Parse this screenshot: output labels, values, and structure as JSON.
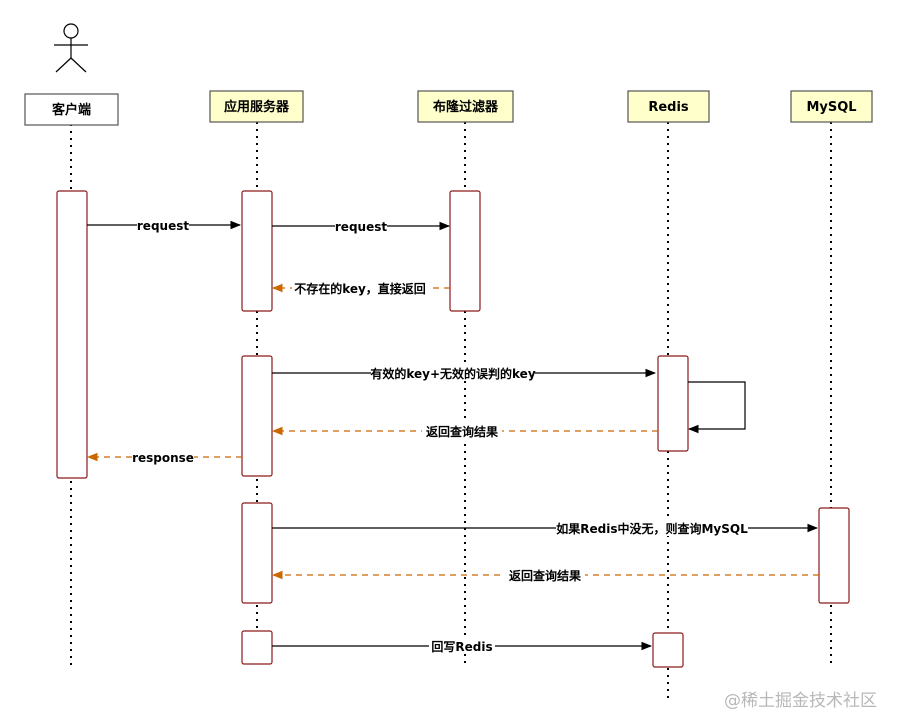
{
  "actor": {
    "icon": "actor-stick-figure-icon"
  },
  "participants": [
    {
      "id": "client",
      "label": "客户端"
    },
    {
      "id": "app",
      "label": "应用服务器"
    },
    {
      "id": "bloom",
      "label": "布隆过滤器"
    },
    {
      "id": "redis",
      "label": "Redis"
    },
    {
      "id": "mysql",
      "label": "MySQL"
    }
  ],
  "messages": [
    {
      "id": "m1",
      "label": "request",
      "style": "solid"
    },
    {
      "id": "m2",
      "label": "request",
      "style": "solid"
    },
    {
      "id": "m3",
      "label": "不存在的key，直接返回",
      "style": "dashed"
    },
    {
      "id": "m4",
      "label": "有效的key+无效的误判的key",
      "style": "solid"
    },
    {
      "id": "m5",
      "label": "返回查询结果",
      "style": "dashed"
    },
    {
      "id": "m6",
      "label": "response",
      "style": "dashed"
    },
    {
      "id": "m7",
      "label": "如果Redis中没无，则查询MySQL",
      "style": "solid"
    },
    {
      "id": "m8",
      "label": "返回查询结果",
      "style": "dashed"
    },
    {
      "id": "m9",
      "label": "回写Redis",
      "style": "solid"
    }
  ],
  "colors": {
    "participant_fill": "#ffffcc",
    "client_fill": "#ffffff",
    "activation_border": "#8b1a1a",
    "dashed_arrow": "#cc6600",
    "solid_arrow": "#000000"
  },
  "watermark": "@稀土掘金技术社区"
}
